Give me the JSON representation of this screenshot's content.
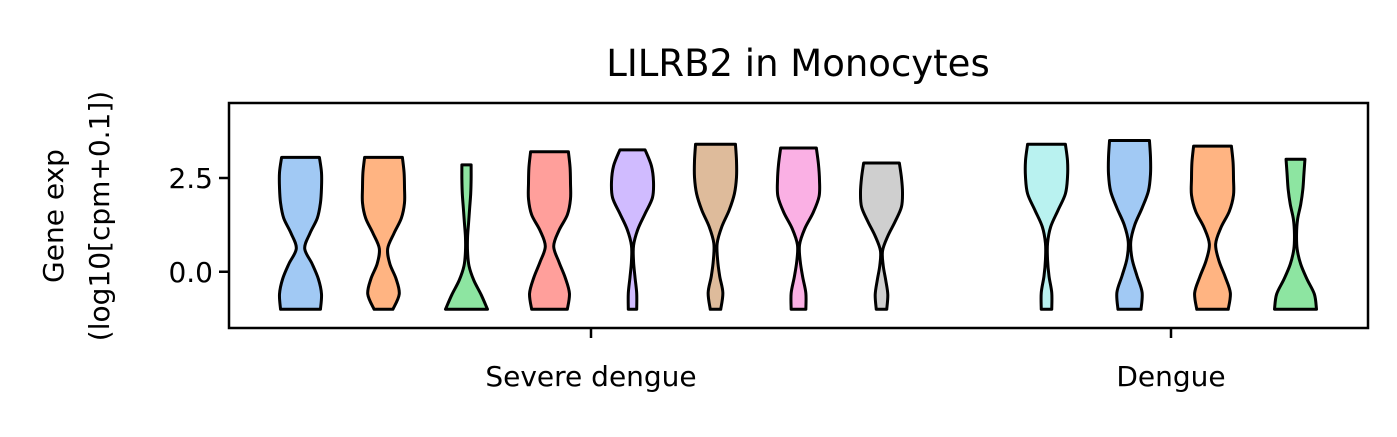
{
  "chart_data": {
    "type": "violin",
    "title": "LILRB2 in Monocytes",
    "ylabel_lines": [
      "Gene exp",
      "(log10[cpm+0.1])"
    ],
    "xlabel": "",
    "ylim": [
      -1.5,
      4.5
    ],
    "y_ticks": [
      0.0,
      2.5
    ],
    "y_tick_labels": [
      "0.0",
      "2.5"
    ],
    "groups": [
      {
        "label": "Severe dengue",
        "violins": [
          {
            "color": "#a1c9f4",
            "min": -1.0,
            "max": 3.05,
            "profile": [
              0.95,
              1.0,
              0.85,
              0.55,
              0.2,
              0.45,
              0.8,
              0.95,
              1.0,
              1.0,
              0.9
            ]
          },
          {
            "color": "#ffb482",
            "min": -1.0,
            "max": 3.05,
            "profile": [
              0.45,
              0.75,
              0.6,
              0.3,
              0.2,
              0.5,
              0.85,
              1.0,
              1.0,
              0.98,
              0.9
            ]
          },
          {
            "color": "#8de5a1",
            "min": -1.0,
            "max": 2.85,
            "profile": [
              1.0,
              0.7,
              0.35,
              0.12,
              0.05,
              0.05,
              0.1,
              0.15,
              0.2,
              0.22,
              0.22
            ]
          },
          {
            "color": "#ff9f9b",
            "min": -1.0,
            "max": 3.2,
            "profile": [
              0.85,
              0.95,
              0.75,
              0.45,
              0.2,
              0.45,
              0.85,
              1.0,
              1.0,
              0.98,
              0.9
            ]
          },
          {
            "color": "#d0bbff",
            "min": -1.0,
            "max": 3.25,
            "profile": [
              0.2,
              0.2,
              0.12,
              0.05,
              0.05,
              0.25,
              0.6,
              0.95,
              1.0,
              0.9,
              0.6
            ]
          },
          {
            "color": "#debb9b",
            "min": -1.0,
            "max": 3.4,
            "profile": [
              0.25,
              0.35,
              0.2,
              0.1,
              0.08,
              0.3,
              0.65,
              0.9,
              1.0,
              1.0,
              0.95
            ]
          },
          {
            "color": "#fab0e4",
            "min": -1.0,
            "max": 3.3,
            "profile": [
              0.35,
              0.35,
              0.2,
              0.08,
              0.05,
              0.3,
              0.7,
              0.98,
              1.0,
              0.95,
              0.85
            ]
          },
          {
            "color": "#cfcfcf",
            "min": -1.0,
            "max": 2.9,
            "profile": [
              0.25,
              0.3,
              0.2,
              0.08,
              0.05,
              0.3,
              0.65,
              0.95,
              1.0,
              0.95,
              0.85
            ]
          }
        ]
      },
      {
        "label": "Dengue",
        "violins": [
          {
            "color": "#b9f2f0",
            "min": -1.0,
            "max": 3.4,
            "profile": [
              0.25,
              0.25,
              0.12,
              0.05,
              0.05,
              0.2,
              0.55,
              0.9,
              1.0,
              1.0,
              0.9
            ]
          },
          {
            "color": "#a1c9f4",
            "min": -1.0,
            "max": 3.5,
            "profile": [
              0.55,
              0.6,
              0.35,
              0.12,
              0.06,
              0.25,
              0.6,
              0.9,
              1.0,
              1.0,
              0.95
            ]
          },
          {
            "color": "#ffb482",
            "min": -1.0,
            "max": 3.35,
            "profile": [
              0.75,
              0.85,
              0.6,
              0.3,
              0.15,
              0.4,
              0.8,
              1.0,
              1.0,
              0.98,
              0.9
            ]
          },
          {
            "color": "#8de5a1",
            "min": -1.0,
            "max": 3.0,
            "profile": [
              1.0,
              0.9,
              0.55,
              0.25,
              0.08,
              0.05,
              0.1,
              0.25,
              0.35,
              0.4,
              0.45
            ]
          }
        ]
      }
    ]
  }
}
